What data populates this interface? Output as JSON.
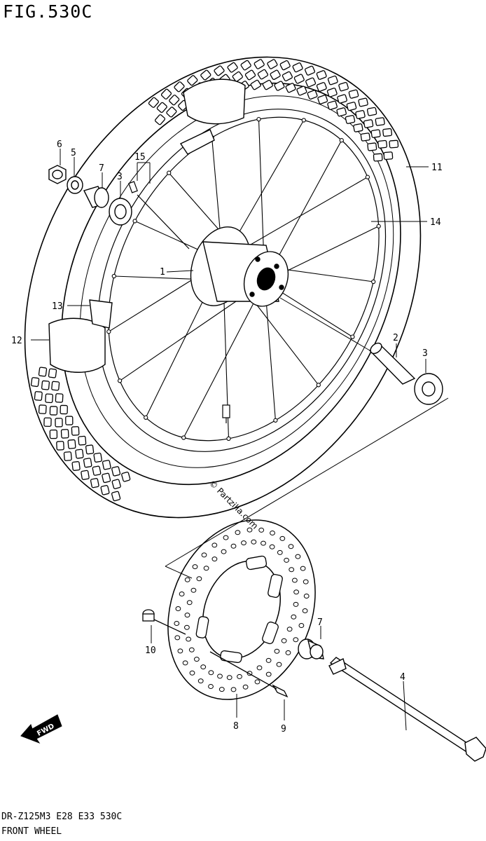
{
  "figure": {
    "title": "FIG.530C",
    "footer_model": "DR-Z125M3 E28 E33 530C",
    "footer_name": "FRONT WHEEL",
    "watermark": "© Partzilla.com",
    "fwd_label": "FWD"
  },
  "callouts": [
    {
      "id": "c1",
      "label": "1"
    },
    {
      "id": "c2",
      "label": "2"
    },
    {
      "id": "c3a",
      "label": "3"
    },
    {
      "id": "c3b",
      "label": "3"
    },
    {
      "id": "c4",
      "label": "4"
    },
    {
      "id": "c5",
      "label": "5"
    },
    {
      "id": "c6",
      "label": "6"
    },
    {
      "id": "c7a",
      "label": "7"
    },
    {
      "id": "c7b",
      "label": "7"
    },
    {
      "id": "c8",
      "label": "8"
    },
    {
      "id": "c9",
      "label": "9"
    },
    {
      "id": "c10",
      "label": "10"
    },
    {
      "id": "c11",
      "label": "11"
    },
    {
      "id": "c12",
      "label": "12"
    },
    {
      "id": "c13",
      "label": "13"
    },
    {
      "id": "c14",
      "label": "14"
    },
    {
      "id": "c15",
      "label": "15"
    }
  ]
}
